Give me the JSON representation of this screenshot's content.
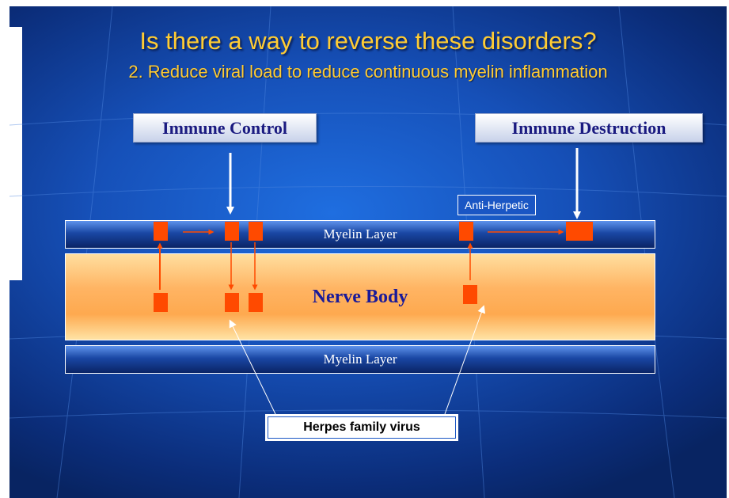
{
  "title": "Is there a way to reverse these disorders?",
  "subtitle": "2. Reduce viral load to reduce continuous myelin inflammation",
  "callouts": {
    "immune_control": "Immune Control",
    "immune_destruction": "Immune Destruction"
  },
  "layers": {
    "myelin_top": "Myelin Layer",
    "nerve_body": "Nerve Body",
    "myelin_bottom": "Myelin Layer"
  },
  "labels": {
    "anti_herpetic": "Anti-Herpetic",
    "herpes": "Herpes family virus"
  },
  "colors": {
    "title": "#ffcc33",
    "virus": "#ff4a00",
    "background": "#1650b8",
    "nerve": "#ffb463"
  }
}
